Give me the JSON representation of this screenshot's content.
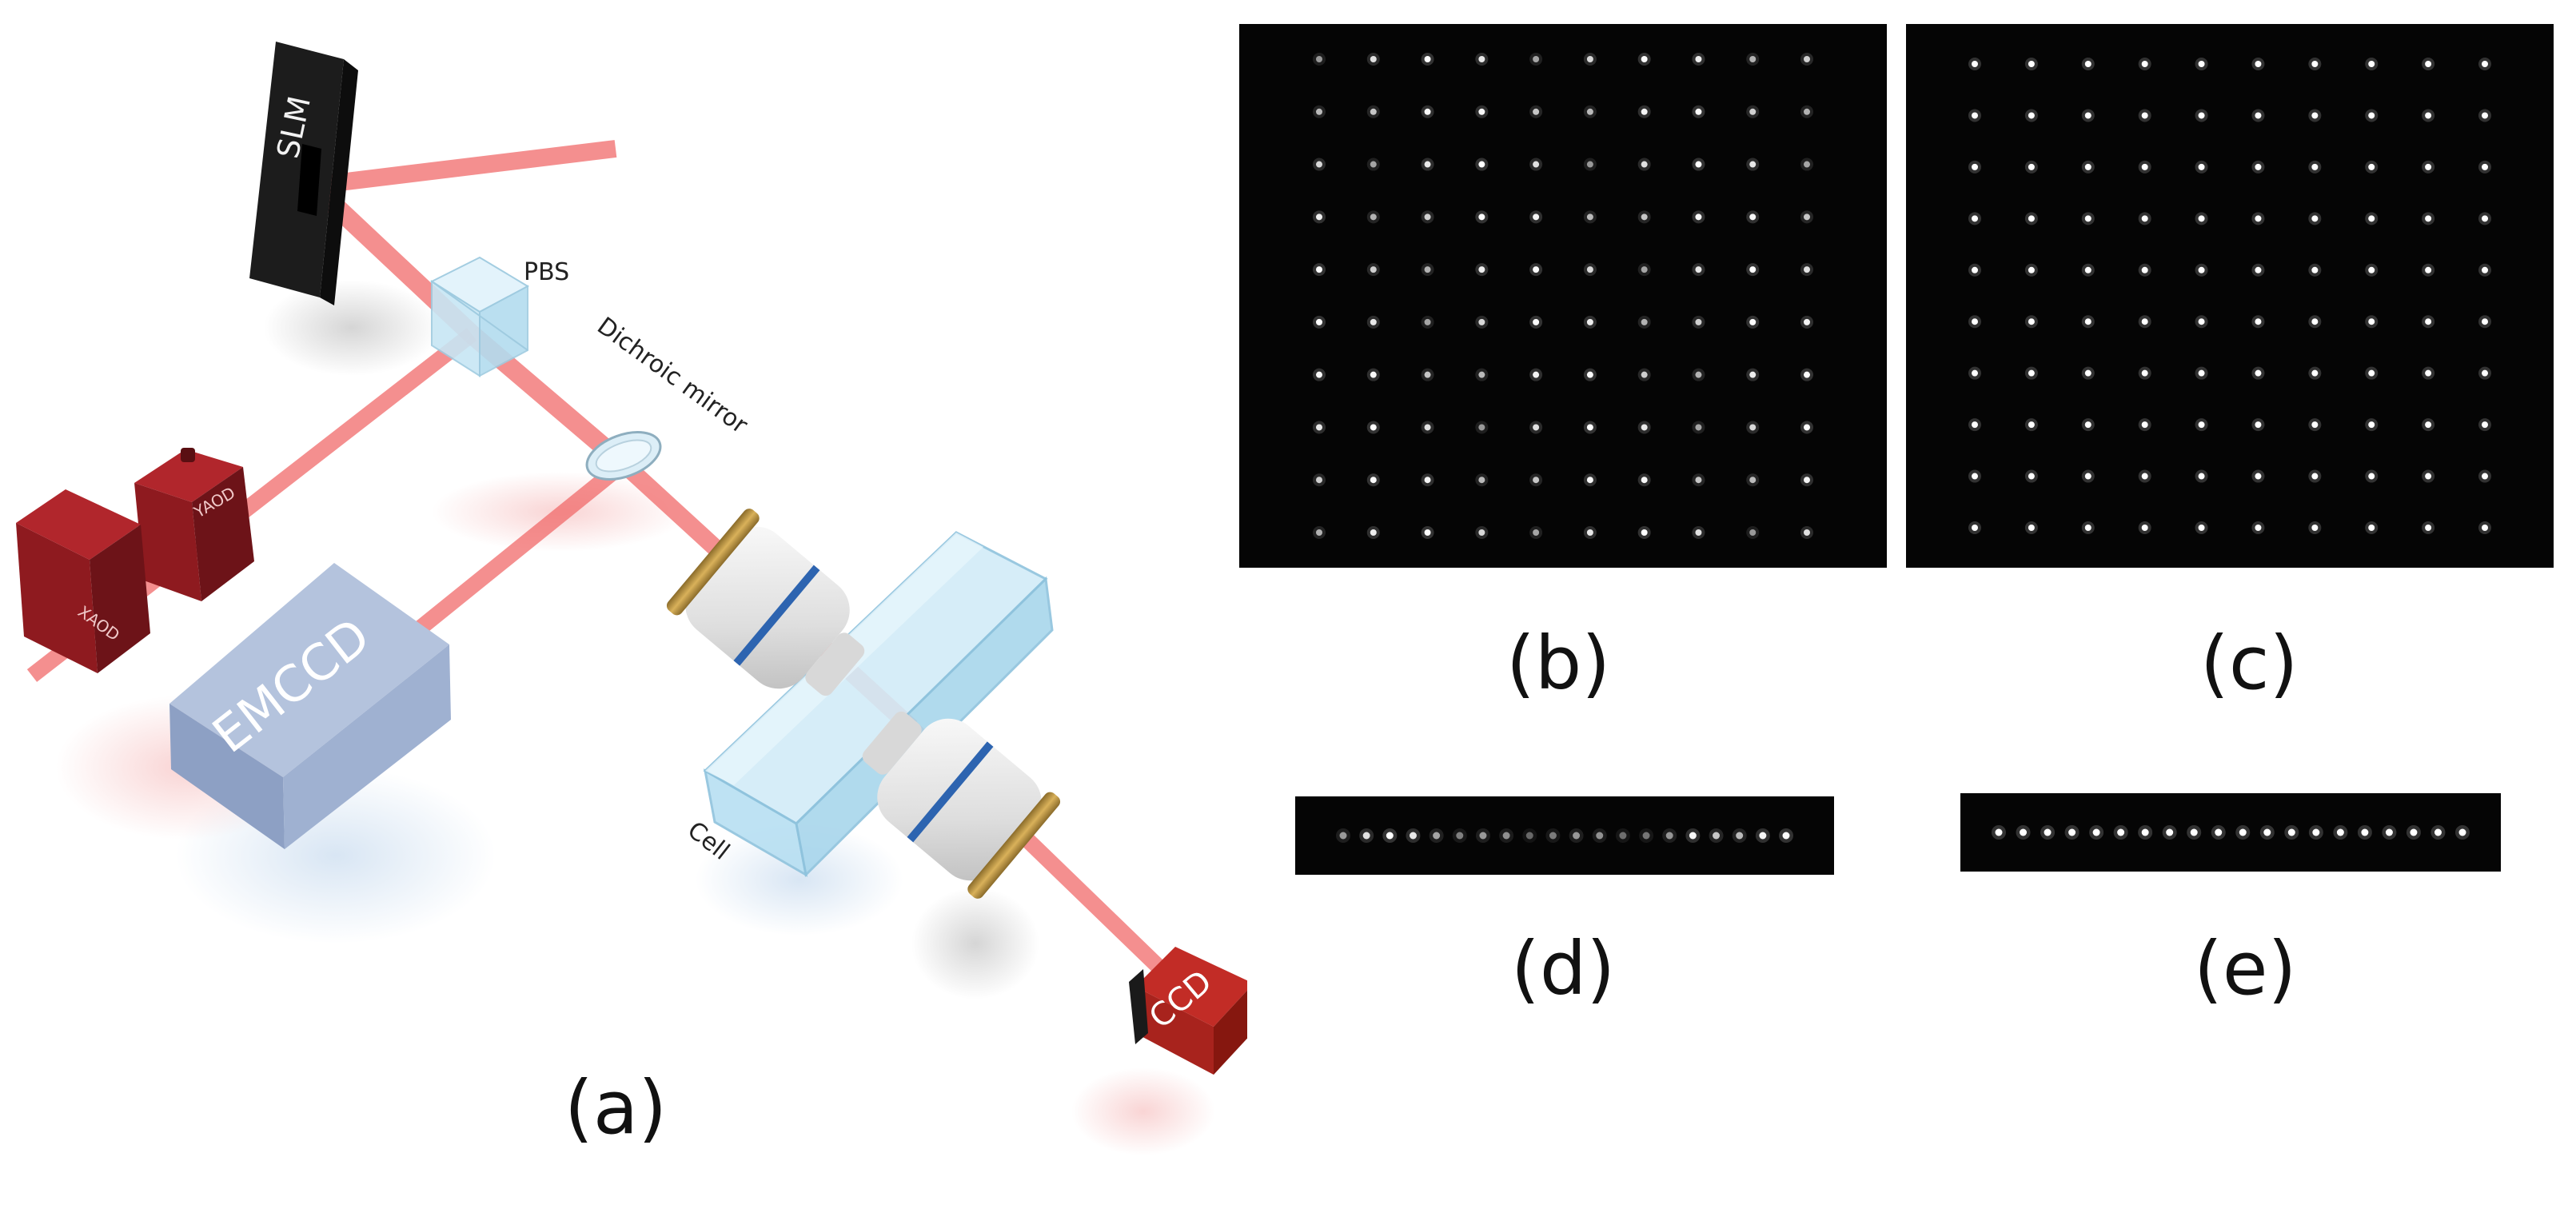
{
  "labels": {
    "slm": "SLM",
    "pbs": "PBS",
    "dichroic": "Dichroic mirror",
    "xaod": "XAOD",
    "yaod": "YAOD",
    "emccd": "EMCCD",
    "cell": "Cell",
    "ccd": "CCD"
  },
  "captions": {
    "a": "(a)",
    "b": "(b)",
    "c": "(c)",
    "d": "(d)",
    "e": "(e)"
  },
  "arrays": {
    "b": {
      "rows": 10,
      "cols": 10,
      "uniform": false
    },
    "c": {
      "rows": 10,
      "cols": 10,
      "uniform": true
    },
    "d": {
      "rows": 1,
      "cols": 20,
      "uniform": false
    },
    "e": {
      "rows": 1,
      "cols": 20,
      "uniform": true
    }
  },
  "colors": {
    "beam": "#f06a6a",
    "aod": "#9b1c20",
    "emccd": "#97a9c8",
    "ccd": "#a8231d",
    "slm": "#2a2a2a",
    "glass": "#bfe3f5"
  }
}
